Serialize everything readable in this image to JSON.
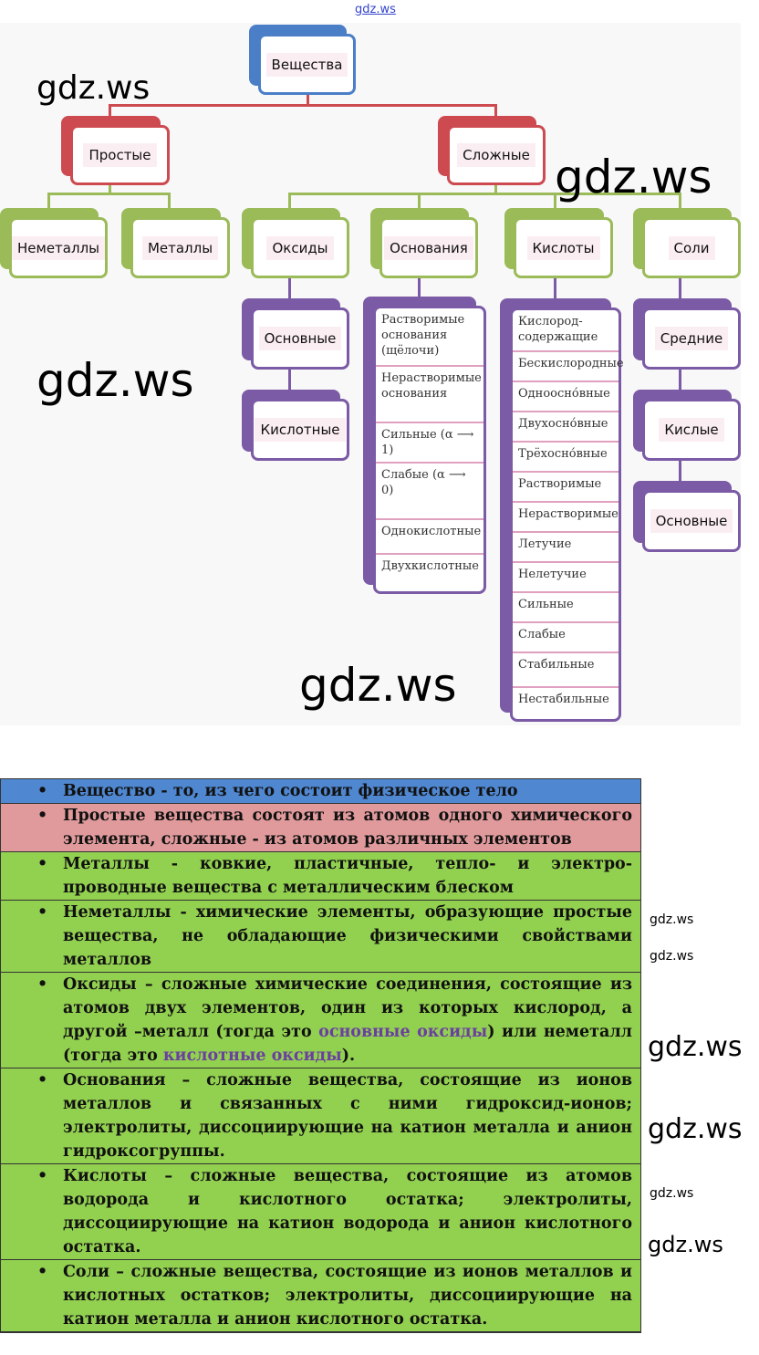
{
  "header": {
    "site": "gdz.ws"
  },
  "diagram": {
    "root": "Вещества",
    "simple": "Простые",
    "complex": "Сложные",
    "nonmetals": "Неметаллы",
    "metals": "Металлы",
    "oxides": "Оксиды",
    "bases": "Основания",
    "acids": "Кислоты",
    "salts": "Соли",
    "oxide_types": [
      "Основные",
      "Кислотные"
    ],
    "salt_types": [
      "Средние",
      "Кислые",
      "Основные"
    ],
    "base_types": [
      "Растворимые основания (щёлочи)",
      "Нерастворимые основания",
      "Сильные (α ⟶ 1)",
      "Слабые (α ⟶ 0)",
      "Однокислотные",
      "Двухкислотные"
    ],
    "acid_types": [
      "Кислород-содержащие",
      "Бескислородные",
      "Одноосно́вные",
      "Двухосно́вные",
      "Трёхосно́вные",
      "Растворимые",
      "Нерастворимые",
      "Летучие",
      "Нелетучие",
      "Сильные",
      "Слабые",
      "Стабильные",
      "Нестабильные"
    ]
  },
  "definitions": [
    {
      "color": "#4f87d0",
      "segments": [
        {
          "t": "Вещество - то, из чего состоит физическое тело"
        }
      ]
    },
    {
      "color": "#e09a9b",
      "segments": [
        {
          "t": "Простые вещества состоят из атомов одного химического элемента, сложные - из атомов различных элементов"
        }
      ]
    },
    {
      "color": "#92d050",
      "segments": [
        {
          "t": "Металлы - ковкие, пластичные, тепло- и электро-проводные вещества с металлическим блеском"
        }
      ]
    },
    {
      "color": "#92d050",
      "segments": [
        {
          "t": "Неметаллы - химические элементы, образующие простые вещества, не обладающие физическими свойствами металлов"
        }
      ]
    },
    {
      "color": "#92d050",
      "segments": [
        {
          "t": "Оксиды – сложные химические соединения, состоящие из атомов двух элементов, один из которых кислород, а другой –металл (тогда это "
        },
        {
          "t": "основные оксиды",
          "hl": true
        },
        {
          "t": ") или неметалл (тогда это "
        },
        {
          "t": "кислотные оксиды",
          "hl": true
        },
        {
          "t": ")."
        }
      ]
    },
    {
      "color": "#92d050",
      "segments": [
        {
          "t": "Основания – сложные вещества, состоящие из ионов металлов и связанных с ними гидроксид-ионов; электролиты, диссоциирующие на катион металла и анион гидроксогруппы."
        }
      ]
    },
    {
      "color": "#92d050",
      "segments": [
        {
          "t": "Кислоты – сложные вещества, состоящие из атомов водорода и кислотного остатка; электролиты, диссоциирующие на катион водорода и анион кислотного остатка."
        }
      ]
    },
    {
      "color": "#92d050",
      "segments": [
        {
          "t": "Соли – сложные вещества, состоящие из ионов металлов и кислотных остатков; электролиты, диссоциирующие на катион металла и анион кислотного остатка."
        }
      ]
    }
  ],
  "colors": {
    "blue": "#4a7fc8",
    "red": "#cc4a50",
    "green": "#9bbb59",
    "purple": "#7b5aa6"
  },
  "bullet": "•"
}
